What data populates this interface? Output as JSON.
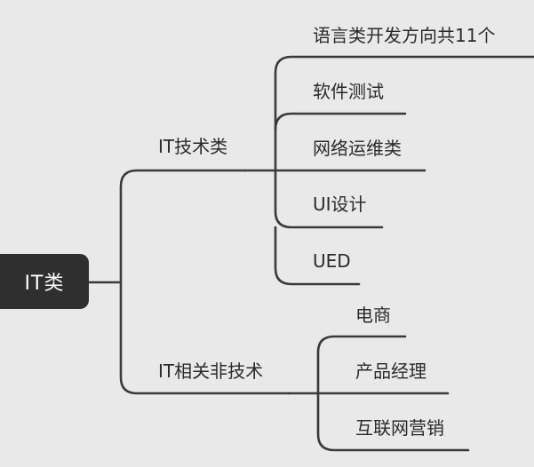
{
  "root": {
    "label": "IT类"
  },
  "branches": [
    {
      "label": "IT技术类",
      "children": [
        {
          "label": "语言类开发方向共11个"
        },
        {
          "label": "软件测试"
        },
        {
          "label": "网络运维类"
        },
        {
          "label": "UI设计"
        },
        {
          "label": "UED"
        }
      ]
    },
    {
      "label": "IT相关非技术",
      "children": [
        {
          "label": "电商"
        },
        {
          "label": "产品经理"
        },
        {
          "label": "互联网营销"
        }
      ]
    }
  ],
  "colors": {
    "background": "#e9e9e9",
    "line": "#3a3a3a",
    "root_fill": "#2f2f2f",
    "root_text": "#ffffff",
    "text": "#2a2a2a"
  }
}
